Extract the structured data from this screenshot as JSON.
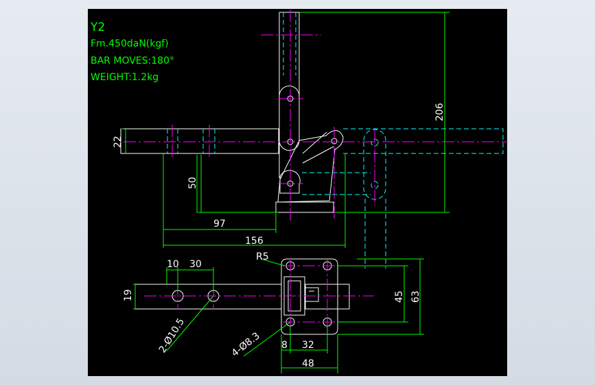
{
  "notes": {
    "model": "Y2",
    "force": "Fm.450daN(kgf)",
    "bar_moves": "BAR MOVES:180°",
    "weight": "WEIGHT:1.2kg"
  },
  "dims": {
    "d206": "206",
    "d22": "22",
    "d50": "50",
    "d97": "97",
    "d156": "156",
    "d10": "10",
    "d30": "30",
    "d19": "19",
    "r5": "R5",
    "d45": "45",
    "d63": "63",
    "d8": "8",
    "d32": "32",
    "d48": "48",
    "hole_a": "2-Ø10.5",
    "hole_b": "4-Ø8.3"
  },
  "colors": {
    "background": "#000000",
    "geometry": "#ffffff",
    "dimension": "#00ff00",
    "centerline": "#ff00ff",
    "hidden": "#00ffff",
    "text": "#ffffff",
    "app": "#dde3ea"
  }
}
